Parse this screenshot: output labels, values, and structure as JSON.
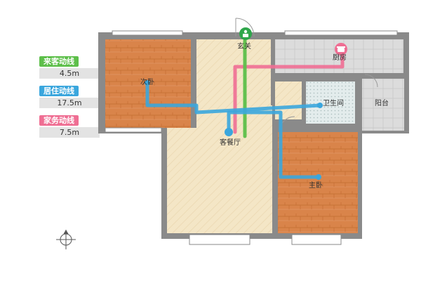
{
  "legend": [
    {
      "label": "来客动线",
      "value": "4.5m",
      "color": "#5dbf4a"
    },
    {
      "label": "居住动线",
      "value": "17.5m",
      "color": "#3aa6dd"
    },
    {
      "label": "家务动线",
      "value": "7.5m",
      "color": "#ef6e93"
    }
  ],
  "rooms": {
    "entrance": "玄关",
    "kitchen": "厨房",
    "second_bedroom": "次卧",
    "bathroom": "卫生间",
    "balcony": "阳台",
    "living_dining": "客餐厅",
    "master_bedroom": "主卧"
  },
  "colors": {
    "wall": "#8a8a8a",
    "wood": "#d9844a",
    "living_floor": "#f4e6c6",
    "tile": "#d8d8d8",
    "guest_route": "#5dbf4a",
    "living_route": "#3aa6dd",
    "chore_route": "#ef6e93"
  },
  "icons": [
    "entrance-marker-icon",
    "kitchen-pot-icon",
    "compass-icon"
  ]
}
